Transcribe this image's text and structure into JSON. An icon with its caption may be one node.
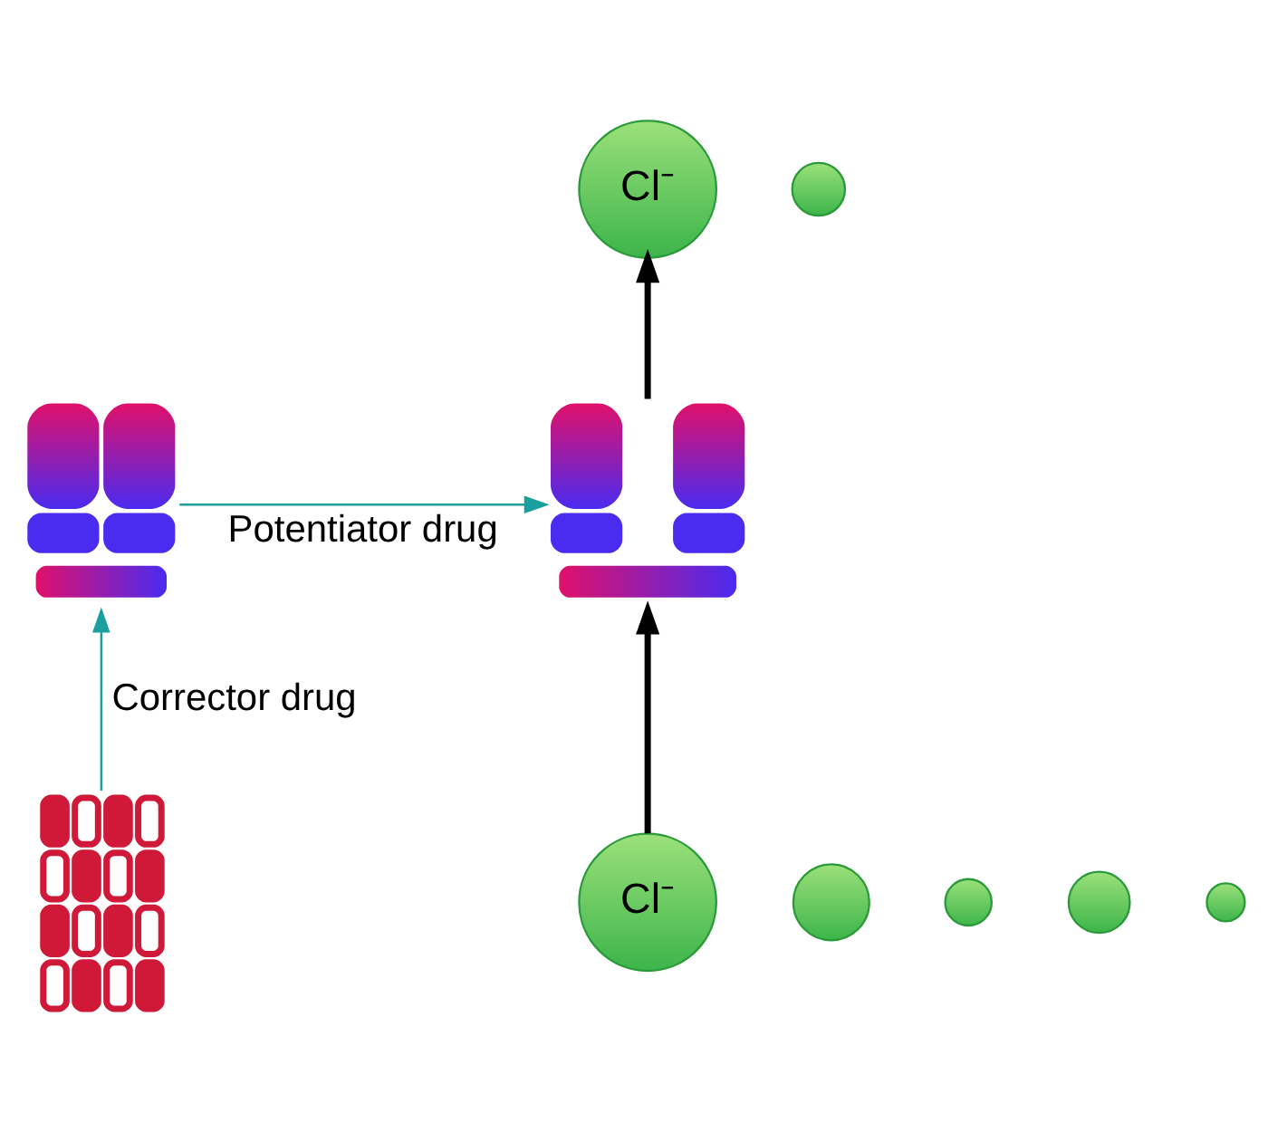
{
  "diagram": {
    "nodes": [
      {
        "text": [],
        "shape": "picture"
      },
      {
        "text": [],
        "shape": "picture"
      },
      {
        "text": [
          "Cl⁻"
        ]
      },
      {
        "text": [],
        "shape": "circle"
      },
      {
        "text": [],
        "shape": "circle"
      },
      {
        "text": [],
        "shape": "circle"
      },
      {
        "text": [
          "Cl⁻"
        ]
      },
      {
        "text": [],
        "shape": "circle"
      },
      {
        "text": [],
        "shape": "circle"
      },
      {
        "text": [],
        "shape": "picture"
      }
    ],
    "edges": [
      {
        "from": 9,
        "to": 0,
        "arrow": "to",
        "label": "Corrector drug",
        "color": "#1a9e9e"
      },
      {
        "from": 0,
        "to": 1,
        "arrow": "to",
        "label": "Potentiator drug",
        "color": "#1a9e9e"
      },
      {
        "from": 6,
        "to": 1,
        "arrow": "to",
        "style": "thick",
        "color": "#000000"
      },
      {
        "from": 1,
        "to": 2,
        "arrow": "to",
        "style": "thick",
        "color": "#000000"
      }
    ]
  }
}
